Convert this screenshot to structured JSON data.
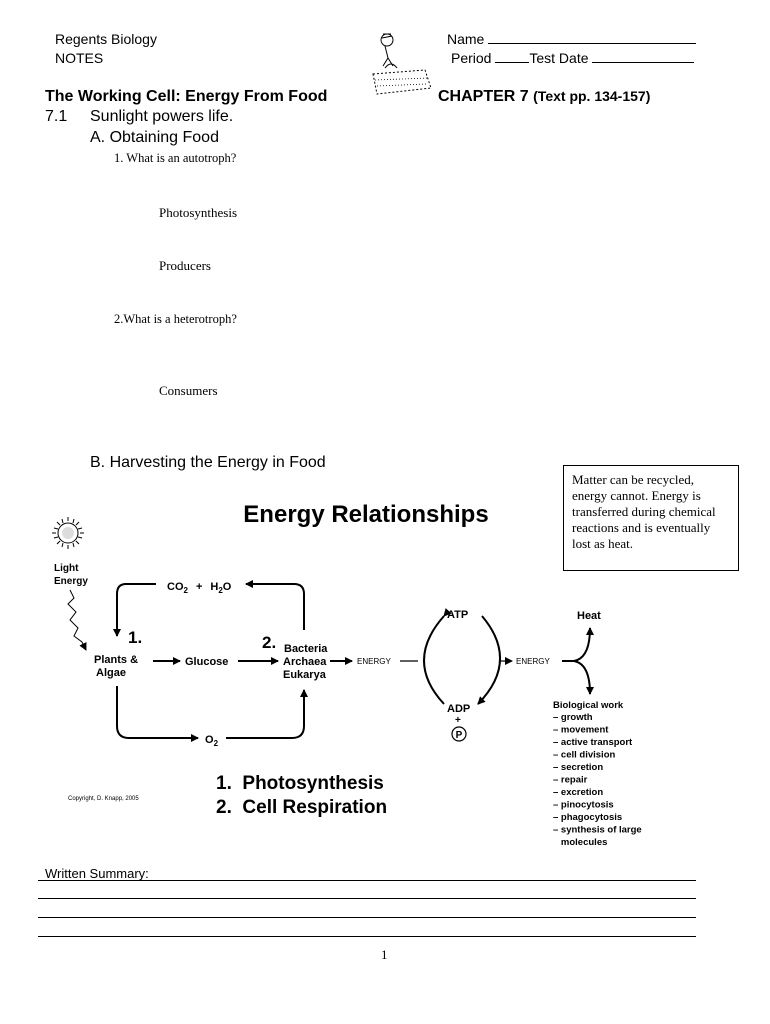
{
  "header": {
    "course": "Regents Biology",
    "notes": "NOTES",
    "name_label": "Name",
    "period_label": "Period",
    "test_date_label": "Test Date"
  },
  "title": {
    "left": "The Working Cell:  Energy From Food",
    "chapter": "CHAPTER 7",
    "pages": "(Text pp. 134-157)"
  },
  "section_71": {
    "number": "7.1",
    "heading": "Sunlight powers life.",
    "a_heading": "A.  Obtaining Food",
    "q1": "1. What is an autotroph?",
    "term1": "Photosynthesis",
    "term2": "Producers",
    "q2": "2.What is a heterotroph?",
    "term3": "Consumers",
    "b_heading": "B.  Harvesting the Energy in Food"
  },
  "note_box": "Matter can be recycled, energy cannot.  Energy is transferred during chemical reactions and is eventually lost as heat.",
  "diagram": {
    "title": "Energy Relationships",
    "light_energy": [
      "Light",
      "Energy"
    ],
    "co2": "CO",
    "plus": "+",
    "h2o": "H",
    "o_letter": "O",
    "o2": "O",
    "sub2": "2",
    "step1": "1.",
    "step2": "2.",
    "plants": [
      "Plants &",
      "Algae"
    ],
    "glucose": "Glucose",
    "organisms": [
      "Bacteria",
      "Archaea",
      "Eukarya"
    ],
    "energy": "ENERGY",
    "atp": "ATP",
    "adp": "ADP",
    "p": "P",
    "heat": "Heat",
    "bio_work_title": "Biological work",
    "bio_work": [
      "– growth",
      "– movement",
      "– active transport",
      "– cell division",
      "– secretion",
      "– repair",
      "– excretion",
      "– pinocytosis",
      "– phagocytosis",
      "– synthesis of large",
      "   molecules"
    ],
    "legend1": "1.  Photosynthesis",
    "legend2": "2.  Cell Respiration",
    "copyright": "Copyright, D. Knapp, 2005"
  },
  "summary_label": "Written Summary:",
  "page_number": "1"
}
